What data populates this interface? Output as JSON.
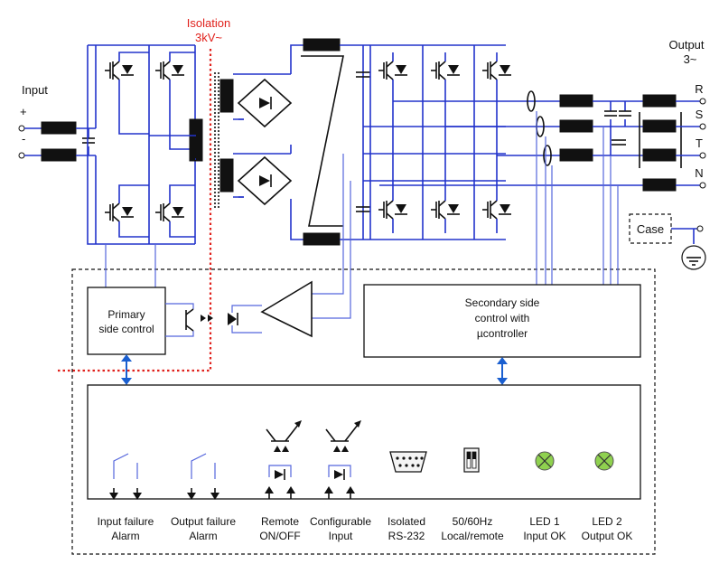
{
  "labels": {
    "isolation": "Isolation",
    "isolation_voltage": "3kV~",
    "input": "Input",
    "plus": "+",
    "minus": "-",
    "output": "Output",
    "output_phases": "3~",
    "r": "R",
    "s": "S",
    "t": "T",
    "n": "N",
    "case": "Case",
    "primary_control_1": "Primary",
    "primary_control_2": "side control",
    "secondary_control_1": "Secondary side",
    "secondary_control_2": "control with",
    "secondary_control_3": "µcontroller"
  },
  "io_panel": [
    {
      "line1": "Input failure",
      "line2": "Alarm"
    },
    {
      "line1": "Output failure",
      "line2": "Alarm"
    },
    {
      "line1": "Remote",
      "line2": "ON/OFF"
    },
    {
      "line1": "Configurable",
      "line2": "Input"
    },
    {
      "line1": "Isolated",
      "line2": "RS-232"
    },
    {
      "line1": "50/60Hz",
      "line2": "Local/remote"
    },
    {
      "line1": "LED 1",
      "line2": "Input OK"
    },
    {
      "line1": "LED 2",
      "line2": "Output OK"
    }
  ],
  "colors": {
    "wire": "#2233cc",
    "isolation_line": "#e0201b",
    "bus_arrow": "#1a5fd0",
    "led": "#8fd14f"
  }
}
